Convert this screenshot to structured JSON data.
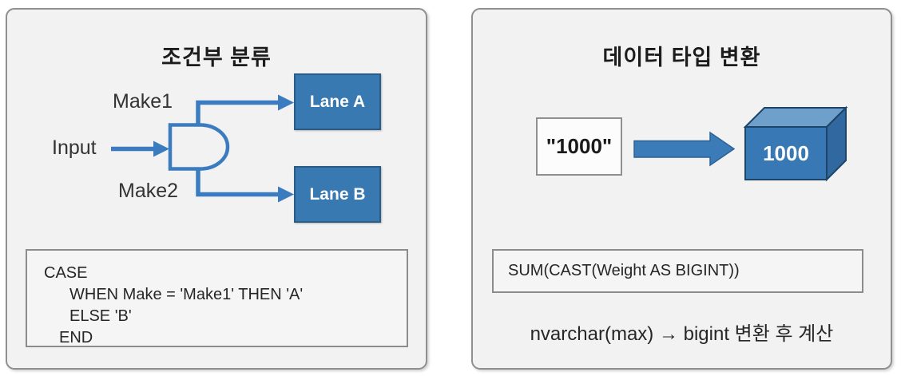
{
  "colors": {
    "accent_blue": "#3a7cbf",
    "shape_fill_blue": "#3879b2",
    "shape_border_blue": "#295c86",
    "cube_top_blue": "#6fa0cb",
    "cube_side_blue": "#30689f",
    "cube_outline_blue": "#1d4469",
    "panel_bg": "#f2f2f2",
    "panel_border": "#8f8f8f"
  },
  "left_panel": {
    "title": "조건부 분류",
    "input_label": "Input",
    "make1_label": "Make1",
    "make2_label": "Make2",
    "lane_a_label": "Lane A",
    "lane_b_label": "Lane B",
    "code": {
      "line1": "CASE",
      "line2": "WHEN Make = 'Make1' THEN 'A'",
      "line3": "ELSE 'B'",
      "line4": "END"
    }
  },
  "right_panel": {
    "title": "데이터 타입 변환",
    "string_value": "\"1000\"",
    "cube_value": "1000",
    "code_line": "SUM(CAST(Weight AS BIGINT))",
    "caption": "nvarchar(max) → bigint 변환 후 계산"
  }
}
